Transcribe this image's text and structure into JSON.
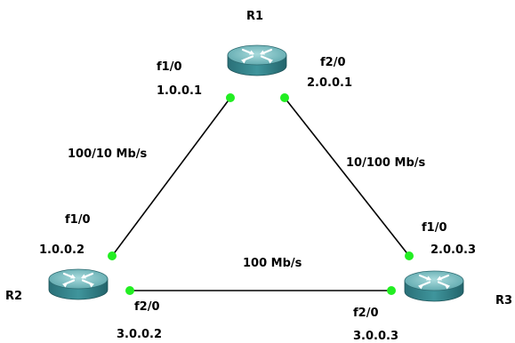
{
  "routers": {
    "r1": {
      "name": "R1"
    },
    "r2": {
      "name": "R2"
    },
    "r3": {
      "name": "R3"
    }
  },
  "links": {
    "r1_r2": {
      "speed": "100/10 Mb/s"
    },
    "r1_r3": {
      "speed": "10/100 Mb/s"
    },
    "r2_r3": {
      "speed": "100 Mb/s"
    }
  },
  "interfaces": {
    "r1_f1_0": {
      "name": "f1/0",
      "ip": "1.0.0.1"
    },
    "r1_f2_0": {
      "name": "f2/0",
      "ip": "2.0.0.1"
    },
    "r2_f1_0": {
      "name": "f1/0",
      "ip": "1.0.0.2"
    },
    "r2_f2_0": {
      "name": "f2/0",
      "ip": "3.0.0.2"
    },
    "r3_f1_0": {
      "name": "f1/0",
      "ip": "2.0.0.3"
    },
    "r3_f2_0": {
      "name": "f2/0",
      "ip": "3.0.0.3"
    }
  },
  "colors": {
    "link": "#000000",
    "port_status": "#22ee22",
    "router_top": "#7fc3c6",
    "router_side": "#2f7f86",
    "router_arrows": "#ffffff"
  }
}
